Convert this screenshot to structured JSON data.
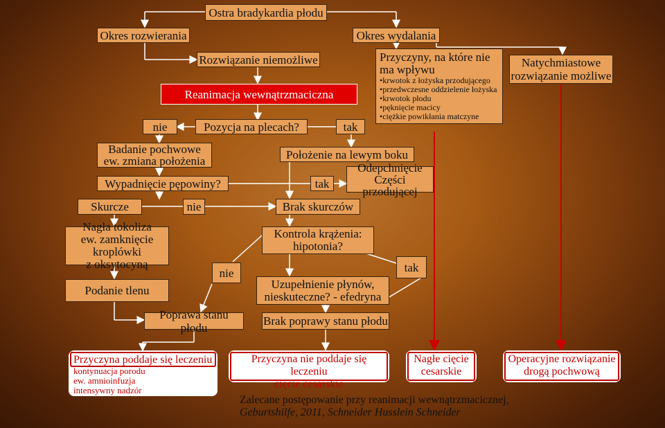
{
  "title": "Ostra bradykardia płodu",
  "left_branch": "Okres rozwierania",
  "right_branch": "Okres wydalania",
  "impossible": "Rozwiązanie niemożliwe",
  "resuscitation": "Reanimacja wewnątrzmaciczna",
  "causes": {
    "title_line1": "Przyczyny, na które nie",
    "title_line2": "ma wpływu",
    "items": [
      "•krwotok z łożyska przodującego",
      "•przedwczesne oddzielenie łożyska",
      "•krwotok płodu",
      "•pęknięcie macicy",
      "•ciężkie powikłania matczyne"
    ]
  },
  "immediate_line1": "Natychmiastowe",
  "immediate_line2": "rozwiązanie możliwe",
  "nie_label": "nie",
  "supine": "Pozycja na plecach?",
  "tak_label": "tak",
  "exam_line1": "Badanie pochwowe",
  "exam_line2": "ew. zmiana położenia",
  "left_side": "Położenie na lewym boku",
  "prolapse": "Wypadnięcie pępowiny?",
  "tak2_label": "tak",
  "push_line1": "Odepchnięcie",
  "push_line2": "Części przodującej",
  "contractions": "Skurcze",
  "nie2_label": "nie",
  "no_contractions": "Brak skurczów",
  "tocolysis_line1": "Nagła tokoliza",
  "tocolysis_line2": "ew. zamknięcie kroplówki",
  "tocolysis_line3": "z oksytocyną",
  "circulation_line1": "Kontrola krążenia:",
  "circulation_line2": "hipotonia?",
  "nie3_label": "nie",
  "tak3_label": "tak",
  "oxygen": "Podanie tlenu",
  "fluids_line1": "Uzupełnienie płynów,",
  "fluids_line2": "nieskuteczne? - efedryna",
  "improvement": "Poprawa stanu płodu",
  "no_improvement": "Brak poprawy stanu płodu",
  "treatable": {
    "title": "Przyczyna poddaje się leczeniu",
    "items": [
      "kontynuacja porodu",
      "ew. amnioinfuzja",
      "intensywny nadzór"
    ]
  },
  "untreatable_line1": "Przyczyna nie poddaje się leczeniu",
  "untreatable_line2": "cięcie cesarskie",
  "emergency_cs_line1": "Nagłe cięcie",
  "emergency_cs_line2": "cesarskie",
  "operative_line1": "Operacyjne rozwiązanie",
  "operative_line2": "drogą pochwową",
  "source_line1": "Zalecane postępowanie przy reanimacji wewnątrzmacicznej,",
  "source_line2": "Geburtshilfe, 2011, Schneider Husslein Schneider",
  "colors": {
    "box_fill": "#e8a05a",
    "alert_red": "#e00000",
    "white_box": "#ffffff",
    "arrow_red": "#cc0000"
  }
}
